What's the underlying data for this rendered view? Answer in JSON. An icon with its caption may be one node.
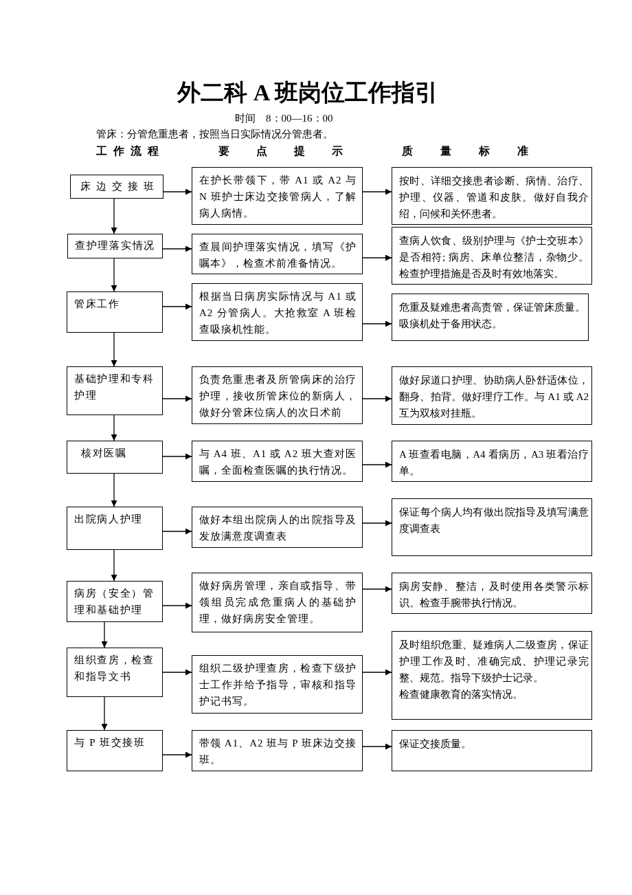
{
  "diagram": {
    "title": "外二科 A 班岗位工作指引",
    "nodes": [
      {
        "text": [
          "床边交接班"
        ]
      },
      {
        "text": [
          "在护长带领下，带 A1 或 A2 与 N 班护士床边交接管病人，了解病人病情。"
        ]
      },
      {
        "text": [
          "按时、详细交接患者诊断、病情、治疗、护理、仪器、管道和皮肤。做好自我介绍，问候和关怀患者。"
        ]
      },
      {
        "text": [
          "查护理落实情况"
        ]
      },
      {
        "text": [
          "查晨间护理落实情况，填写《护嘱本》，检查术前准备情况。"
        ]
      },
      {
        "text": [
          "查病人饮食、级别护理与《护士交班本》是否相符; 病房、床单位整洁，杂物少。检查护理措施是否及时有效地落实。"
        ]
      },
      {
        "text": [
          "管床工作"
        ]
      },
      {
        "text": [
          "根据当日病房实际情况与 A1 或 A2 分管病人。大抢救室 A 班检查吸痰机性能。"
        ]
      },
      {
        "text": [
          "危重及疑难患者高责管，保证管床质量。吸痰机处于备用状态。"
        ]
      },
      {
        "text": [
          "基础护理和专科护理"
        ]
      },
      {
        "text": [
          "负责危重患者及所管病床的治疗护理，接收所管床位的新病人，做好分管床位病人的次日术前"
        ]
      },
      {
        "text": [
          "做好尿道口护理、协助病人卧舒适体位，翻身、拍背。做好理疗工作。与 A1 或 A2 互为双核对挂瓶。"
        ]
      },
      {
        "text": [
          "核对医嘱"
        ]
      },
      {
        "text": [
          "与 A4 班、A1 或 A2 班大查对医嘱，全面检查医嘱的执行情况。"
        ]
      },
      {
        "text": [
          "A 班查看电脑，A4 看病历，A3 班看治疗单。"
        ]
      },
      {
        "text": [
          "出院病人护理"
        ]
      },
      {
        "text": [
          "做好本组出院病人的出院指导及发放满意度调查表"
        ]
      },
      {
        "text": [
          "保证每个病人均有做出院指导及填写满意度调查表"
        ]
      },
      {
        "text": [
          "病房（安全）管理和基础护理"
        ]
      },
      {
        "text": [
          "做好病房管理，亲自或指导、带领组员完成危重病人的基础护理，做好病房安全管理。"
        ]
      },
      {
        "text": [
          "病房安静、整洁，及时使用各类警示标识。检查手腕带执行情况。"
        ]
      },
      {
        "text": [
          "组织查房，检查和指导文书"
        ]
      },
      {
        "text": [
          "组织二级护理查房，检查下级护士工作并给予指导，审核和指导护记书写。"
        ]
      },
      {
        "text": [
          "及时组织危重、疑难病人二级查房，保证护理工作及时、准确完成、护理记录完整、规范。指导下级护士记录。",
          "检查健康教育的落实情况。"
        ]
      },
      {
        "text": [
          "与 P 班交接班"
        ]
      },
      {
        "text": [
          "带领 A1、A2 班与 P 班床边交接班。"
        ]
      },
      {
        "text": [
          "保证交接质量。"
        ]
      }
    ],
    "edges": [
      {
        "from": 0,
        "to": 1,
        "arrow": "to"
      },
      {
        "from": 1,
        "to": 2,
        "arrow": "to"
      },
      {
        "from": 0,
        "to": 3,
        "arrow": "to"
      },
      {
        "from": 3,
        "to": 4,
        "arrow": "to"
      },
      {
        "from": 4,
        "to": 5,
        "arrow": "to"
      },
      {
        "from": 3,
        "to": 6,
        "arrow": "to"
      },
      {
        "from": 6,
        "to": 7,
        "arrow": "to"
      },
      {
        "from": 7,
        "to": 8,
        "arrow": "to"
      },
      {
        "from": 6,
        "to": 9,
        "arrow": "to"
      },
      {
        "from": 9,
        "to": 10,
        "arrow": "to"
      },
      {
        "from": 10,
        "to": 11,
        "arrow": "to"
      },
      {
        "from": 9,
        "to": 12,
        "arrow": "to"
      },
      {
        "from": 12,
        "to": 13,
        "arrow": "to"
      },
      {
        "from": 13,
        "to": 14,
        "arrow": "to"
      },
      {
        "from": 12,
        "to": 15,
        "arrow": "to"
      },
      {
        "from": 15,
        "to": 16,
        "arrow": "to"
      },
      {
        "from": 16,
        "to": 17,
        "arrow": "to"
      },
      {
        "from": 15,
        "to": 18,
        "arrow": "to"
      },
      {
        "from": 18,
        "to": 19,
        "arrow": "to"
      },
      {
        "from": 19,
        "to": 20,
        "arrow": "to"
      },
      {
        "from": 18,
        "to": 21,
        "arrow": "to"
      },
      {
        "from": 21,
        "to": 22,
        "arrow": "to"
      },
      {
        "from": 22,
        "to": 23,
        "arrow": "to"
      },
      {
        "from": 21,
        "to": 24,
        "arrow": "to"
      },
      {
        "from": 24,
        "to": 25,
        "arrow": "to"
      },
      {
        "from": 25,
        "to": 26,
        "arrow": "to"
      }
    ],
    "labels": [
      "时间　8：00—16：00",
      "管床：分管危重患者，按照当日实际情况分管患者。",
      "工作流程",
      "要点提示",
      "质量标准"
    ]
  }
}
